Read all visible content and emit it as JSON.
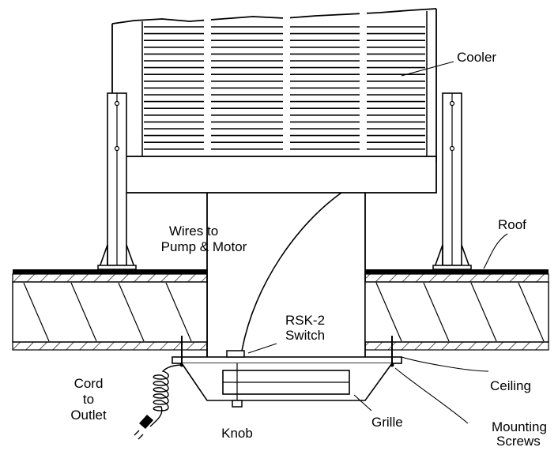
{
  "labels": {
    "cooler": "Cooler",
    "roof": "Roof",
    "wires_line1": "Wires to",
    "wires_line2": "Pump & Motor",
    "switch_line1": "RSK-2",
    "switch_line2": "Switch",
    "cord_line1": "Cord",
    "cord_line2": "to",
    "cord_line3": "Outlet",
    "ceiling": "Ceiling",
    "knob": "Knob",
    "grille": "Grille",
    "screws_line1": "Mounting",
    "screws_line2": "Screws"
  }
}
